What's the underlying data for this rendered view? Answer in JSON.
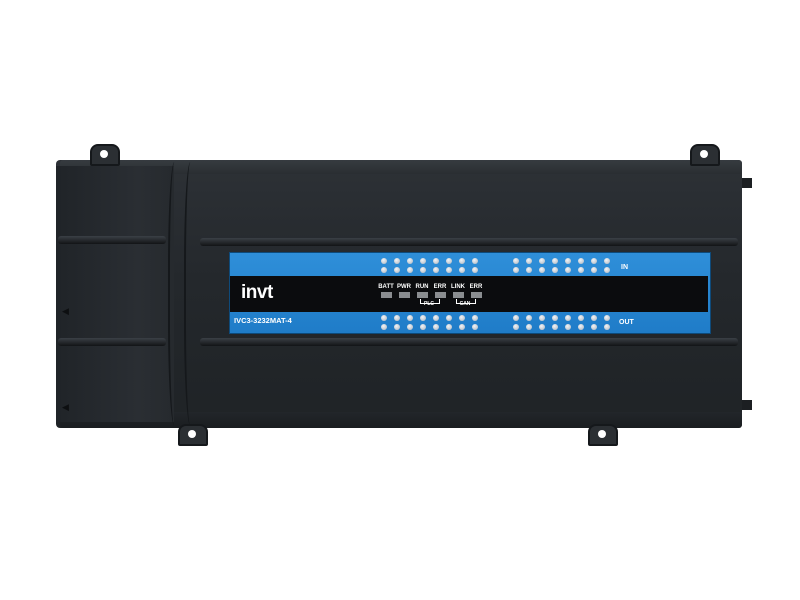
{
  "device": {
    "brand": "invt",
    "model": "IVC3-3232MAT-4",
    "in_label": "IN",
    "out_label": "OUT",
    "status_leds": [
      "BATT",
      "PWR",
      "RUN",
      "ERR",
      "LINK",
      "ERR"
    ],
    "led_groups": [
      "PLC",
      "CAN"
    ],
    "colors": {
      "housing": "#24282c",
      "panel": "#2587d2",
      "band": "#0b0c0e",
      "led": "#8a8d90"
    }
  }
}
